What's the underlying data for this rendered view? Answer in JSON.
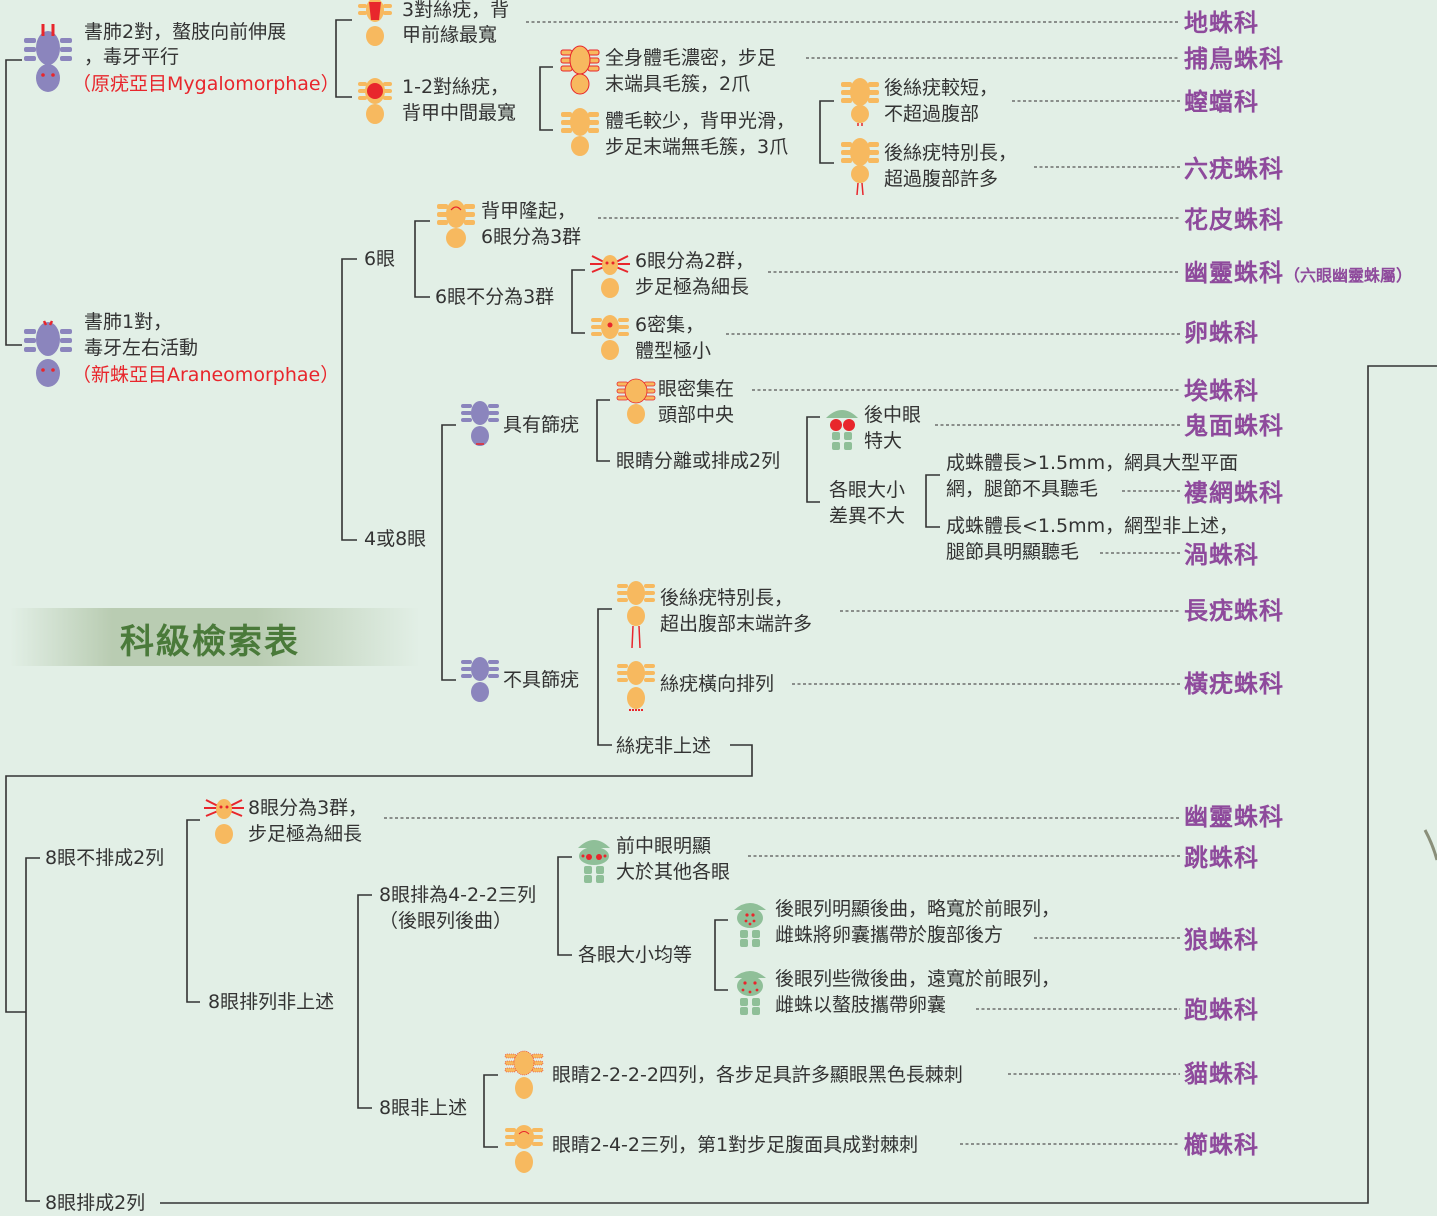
{
  "title": "科級檢索表",
  "suborders": {
    "mygalo": {
      "line1": "書肺2對，螯肢向前伸展",
      "line2": "，毒牙平行",
      "name": "（原疣亞目Mygalomorphae）"
    },
    "araneo": {
      "line1": "書肺1對，",
      "line2": "毒牙左右活動",
      "name": "（新蛛亞目Araneomorphae）"
    }
  },
  "keys": {
    "k1": [
      "3對絲疣，背",
      "甲前緣最寬"
    ],
    "k2": [
      "1-2對絲疣，",
      "背甲中間最寬"
    ],
    "k3": [
      "全身體毛濃密，步足",
      "末端具毛簇，2爪"
    ],
    "k4": [
      "體毛較少，背甲光滑，",
      "步足末端無毛簇，3爪"
    ],
    "k5": [
      "後絲疣較短，",
      "不超過腹部"
    ],
    "k6": [
      "後絲疣特別長，",
      "超過腹部許多"
    ],
    "six_eyes": "6眼",
    "k7": [
      "背甲隆起，",
      "6眼分為3群"
    ],
    "six_not3": "6眼不分為3群",
    "k8": [
      "6眼分為2群，",
      "步足極為細長"
    ],
    "k9": [
      "6密集，",
      "體型極小"
    ],
    "four_eight": "4或8眼",
    "cribellate": "具有篩疣",
    "k10": [
      "眼密集在",
      "頭部中央"
    ],
    "eyes_sep": "眼睛分離或排成2列",
    "k11": [
      "後中眼",
      "特大"
    ],
    "eyes_similar": [
      "各眼大小",
      "差異不大"
    ],
    "k12": [
      "成蛛體長>1.5mm，網具大型平面",
      "網，腿節不具聽毛"
    ],
    "k13": [
      "成蛛體長<1.5mm，網型非上述，",
      "腿節具明顯聽毛"
    ],
    "ecribellate": "不具篩疣",
    "k14": [
      "後絲疣特別長，",
      "超出腹部末端許多"
    ],
    "k15": "絲疣橫向排列",
    "k16": "絲疣非上述",
    "eight_not2": "8眼不排成2列",
    "k17": [
      "8眼分為3群，",
      "步足極為細長"
    ],
    "eight_other": "8眼排列非上述",
    "eight_422": [
      "8眼排為4-2-2三列",
      "（後眼列後曲）"
    ],
    "k18": [
      "前中眼明顯",
      "大於其他各眼"
    ],
    "eyes_equal": "各眼大小均等",
    "k19": [
      "後眼列明顯後曲，略寬於前眼列，",
      "雌蛛將卵囊攜帶於腹部後方"
    ],
    "k20": [
      "後眼列些微後曲，遠寬於前眼列，",
      "雌蛛以螯肢攜帶卵囊"
    ],
    "eight_nonabove": "8眼非上述",
    "k21": "眼睛2-2-2-2四列，各步足具許多顯眼黑色長棘刺",
    "k22": "眼睛2-4-2三列，第1對步足腹面具成對棘刺",
    "eight_2rows": "8眼排成2列"
  },
  "families": {
    "f1": "地蛛科",
    "f2": "捕鳥蛛科",
    "f3": "螲蟷科",
    "f4": "六疣蛛科",
    "f5": "花皮蛛科",
    "f6": "幽靈蛛科",
    "f6_note": "（六眼幽靈蛛屬）",
    "f7": "卵蛛科",
    "f8": "埃蛛科",
    "f9": "鬼面蛛科",
    "f10": "褸網蛛科",
    "f11": "渦蛛科",
    "f12": "長疣蛛科",
    "f13": "橫疣蛛科",
    "f14": "幽靈蛛科",
    "f15": "跳蛛科",
    "f16": "狼蛛科",
    "f17": "跑蛛科",
    "f18": "貓蛛科",
    "f19": "櫛蛛科"
  },
  "colors": {
    "family": "#8e4a9c",
    "accent_red": "#e8262c",
    "title_green": "#4a7a3a",
    "background": "#e2efe6",
    "spider_purple": "#8b85bd",
    "spider_orange": "#f7b95f",
    "spider_green": "#8fbf98"
  }
}
